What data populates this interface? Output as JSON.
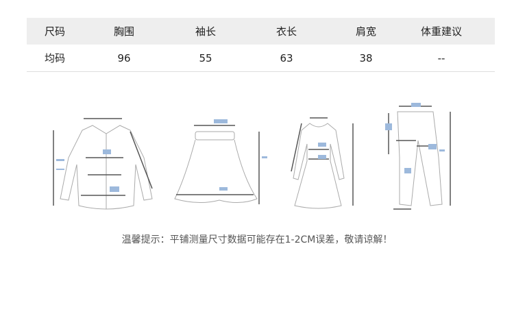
{
  "size_table": {
    "headers": [
      "尺码",
      "胸围",
      "袖长",
      "衣长",
      "肩宽",
      "体重建议"
    ],
    "rows": [
      [
        "均码",
        "96",
        "55",
        "63",
        "38",
        "--"
      ]
    ]
  },
  "note": "温馨提示：平铺测量尺寸数据可能存在1-2CM误差，敬请谅解！"
}
